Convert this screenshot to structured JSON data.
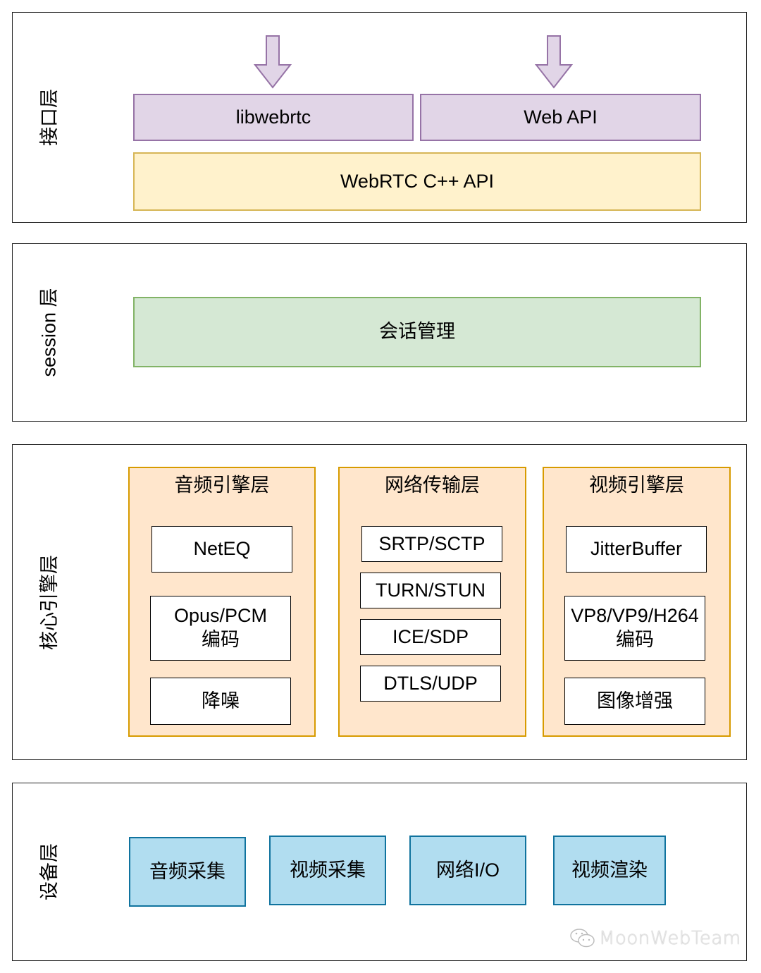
{
  "layers": {
    "interface": {
      "label": "接口层",
      "top_boxes": [
        {
          "label": "libwebrtc"
        },
        {
          "label": "Web API"
        }
      ],
      "base_box": {
        "label": "WebRTC C++ API"
      }
    },
    "session": {
      "label": "session 层",
      "box": {
        "label": "会话管理"
      }
    },
    "core": {
      "label": "核心引擎层",
      "groups": [
        {
          "title": "音频引擎层",
          "items": [
            "NetEQ",
            "Opus/PCM\n编码",
            "降噪"
          ]
        },
        {
          "title": "网络传输层",
          "items": [
            "SRTP/SCTP",
            "TURN/STUN",
            "ICE/SDP",
            "DTLS/UDP"
          ]
        },
        {
          "title": "视频引擎层",
          "items": [
            "JitterBuffer",
            "VP8/VP9/H264\n编码",
            "图像增强"
          ]
        }
      ]
    },
    "device": {
      "label": "设备层",
      "boxes": [
        {
          "label": "音频采集"
        },
        {
          "label": "视频采集"
        },
        {
          "label": "网络I/O"
        },
        {
          "label": "视频渲染"
        }
      ]
    }
  },
  "watermark": {
    "icon": "wechat-icon",
    "text": "MoonWebTeam"
  },
  "colors": {
    "purple_fill": "#e1d5e7",
    "purple_stroke": "#9673a6",
    "yellow_fill": "#fff2cc",
    "yellow_stroke": "#d6b656",
    "green_fill": "#d5e8d4",
    "green_stroke": "#82b366",
    "orange_fill": "#ffe6cc",
    "orange_stroke": "#d79b00",
    "blue_fill": "#b1ddf0",
    "blue_stroke": "#10739e"
  }
}
